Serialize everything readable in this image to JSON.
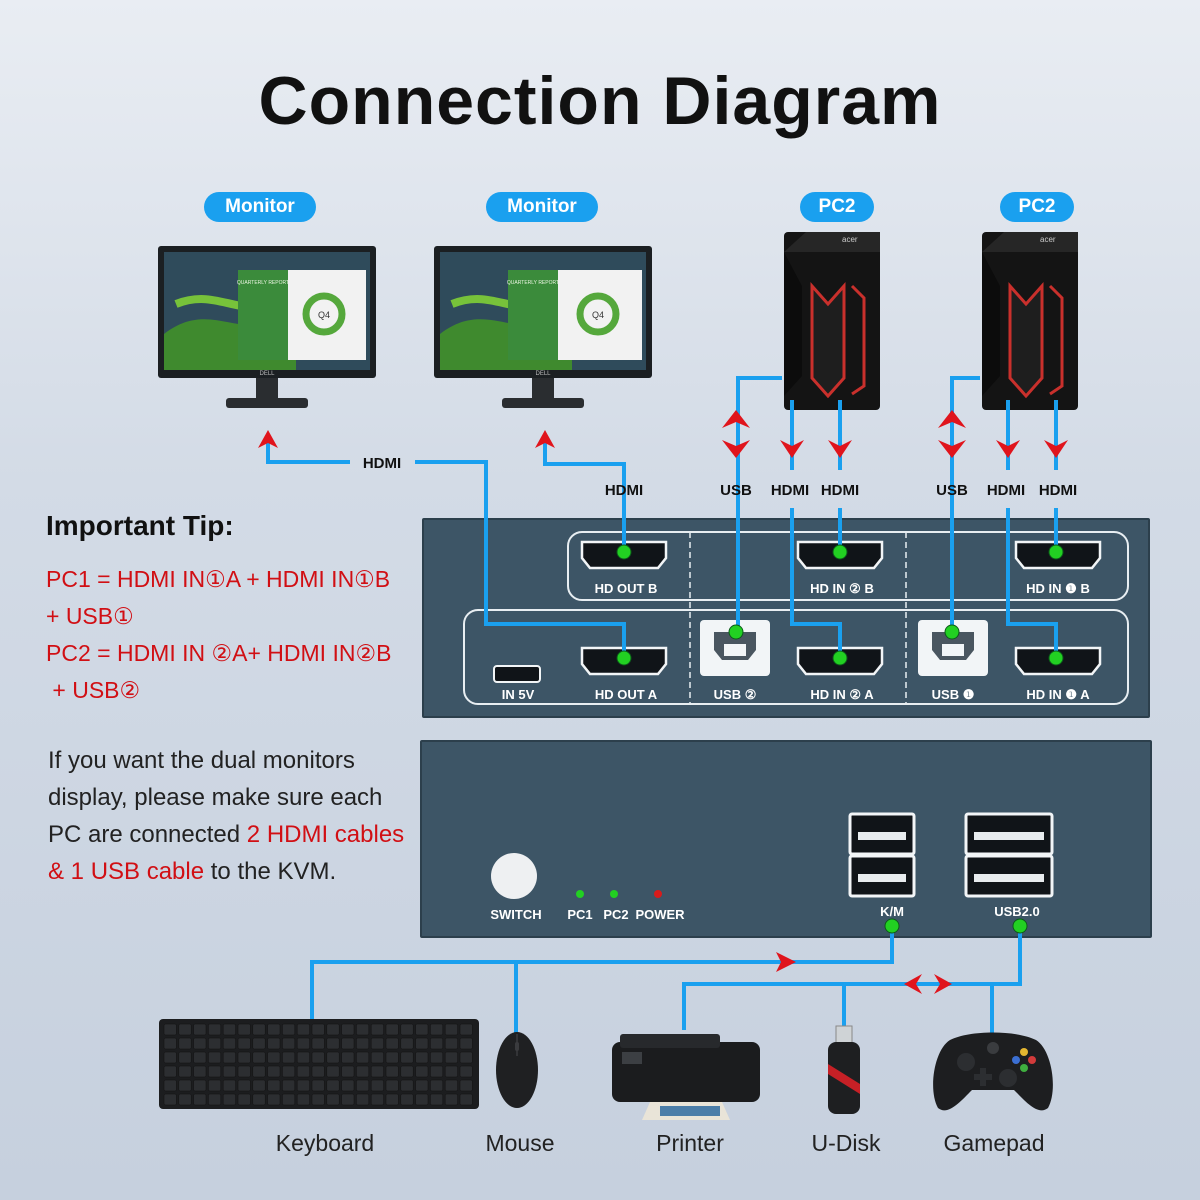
{
  "title": "Connection Diagram",
  "top_devices": [
    {
      "label": "Monitor"
    },
    {
      "label": "Monitor"
    },
    {
      "label": "PC2"
    },
    {
      "label": "PC2"
    }
  ],
  "monitor_screen": {
    "heading": "QUARTERLY REPORT",
    "chart_label": "Q4",
    "brand": "DELL"
  },
  "pc_brand": "acer",
  "cable_labels": {
    "hdmi_top": "HDMI",
    "hdmi_mon2": "HDMI",
    "pc2_usb": "USB",
    "pc2_hdmi_a": "HDMI",
    "pc2_hdmi_b": "HDMI",
    "pc1_usb": "USB",
    "pc1_hdmi_a": "HDMI",
    "pc1_hdmi_b": "HDMI"
  },
  "tip": {
    "heading": "Important Tip:",
    "lines": [
      "PC1 = HDMI IN①A + HDMI IN①B",
      "+ USB①",
      "PC2 = HDMI IN ②A+ HDMI IN②B",
      " + USB②"
    ]
  },
  "description": {
    "part1": "If you want the dual monitors display, please make sure each PC are connected ",
    "highlight": "2 HDMI cables & 1 USB cable",
    "part2": " to the KVM."
  },
  "back_panel": {
    "hd_out_b": "HD OUT B",
    "hd_in_2b": "HD IN ② B",
    "hd_in_1b": "HD IN ❶ B",
    "in_5v": "IN 5V",
    "hd_out_a": "HD OUT A",
    "usb_2": "USB ②",
    "hd_in_2a": "HD IN ② A",
    "usb_1": "USB ❶",
    "hd_in_1a": "HD IN ❶ A"
  },
  "front_panel": {
    "switch": "SWITCH",
    "pc1": "PC1",
    "pc2": "PC2",
    "power": "POWER",
    "km": "K/M",
    "usb20": "USB2.0"
  },
  "bottom_devices": [
    {
      "label": "Keyboard"
    },
    {
      "label": "Mouse"
    },
    {
      "label": "Printer"
    },
    {
      "label": "U-Disk"
    },
    {
      "label": "Gamepad"
    }
  ],
  "colors": {
    "cable": "#1aa0ef",
    "arrow": "#e0141c",
    "port_dot": "#22d022",
    "panel": "#3d5566",
    "tip_red": "#d10f14",
    "pill": "#1aa0ef"
  }
}
